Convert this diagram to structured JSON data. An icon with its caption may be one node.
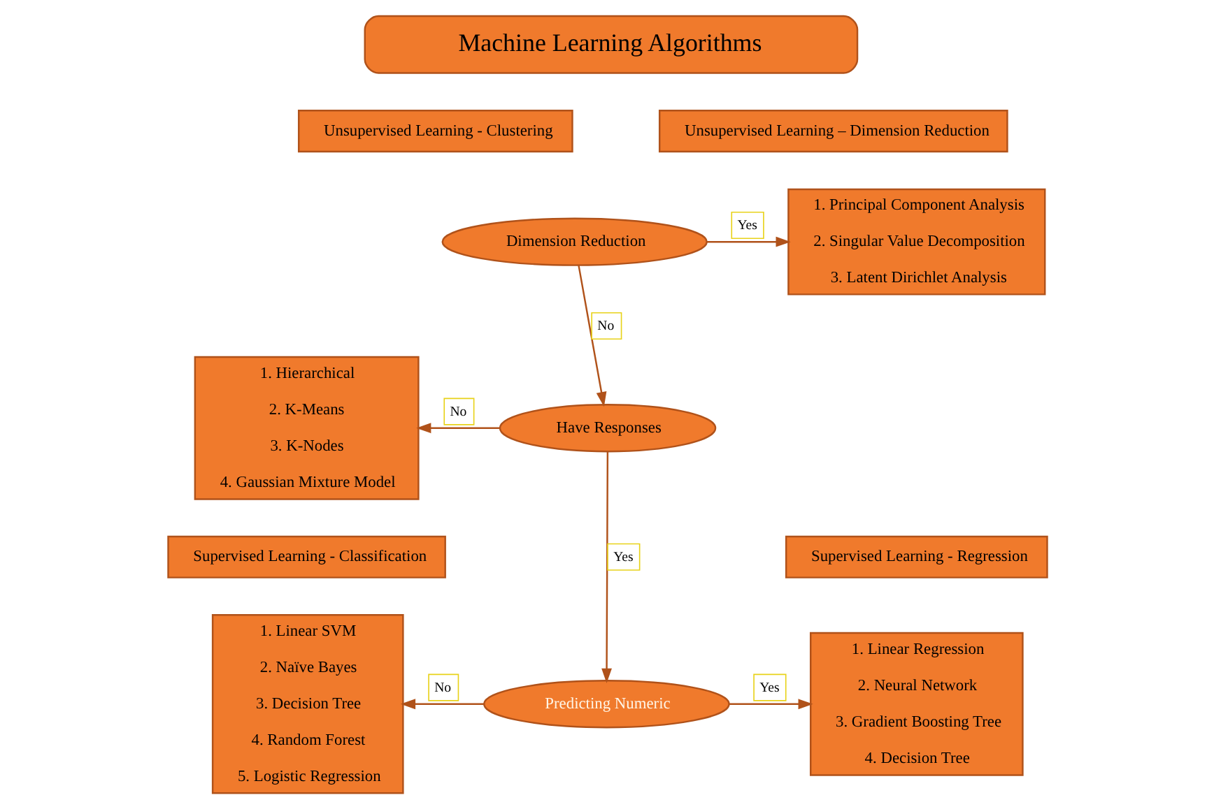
{
  "diagram": {
    "nodes": [
      {
        "text": [
          "Machine Learning Algorithms"
        ]
      },
      {
        "text": [
          "Unsupervised Learning - Clustering"
        ]
      },
      {
        "text": [
          "Unsupervised Learning – Dimension Reduction"
        ]
      },
      {
        "text": [
          "1. Hierarchical",
          "2. K-Means",
          "3. K-Nodes",
          "4. Gaussian Mixture Model"
        ]
      },
      {
        "text": [
          "Dimension Reduction"
        ]
      },
      {
        "text": [
          "1. Principal Component Analysis",
          "2. Singular Value Decomposition",
          "3. Latent Dirichlet Analysis"
        ]
      },
      {
        "text": [
          "Have Responses"
        ]
      },
      {
        "text": [
          "Supervised Learning - Classification"
        ]
      },
      {
        "text": [
          "Supervised Learning - Regression"
        ]
      },
      {
        "text": [
          "1. Linear SVM",
          "2. Naïve Bayes",
          "3. Decision Tree",
          "4. Random Forest",
          "5. Logistic Regression"
        ]
      },
      {
        "text": [
          "Predicting Numeric"
        ]
      },
      {
        "text": [
          "1. Linear Regression",
          "2. Neural Network",
          "3. Gradient Boosting Tree",
          "4. Decision Tree"
        ]
      }
    ],
    "edges": [
      {
        "from": 4,
        "to": 5,
        "arrow": "to",
        "label": "Yes"
      },
      {
        "from": 4,
        "to": 6,
        "arrow": "to",
        "label": "No"
      },
      {
        "from": 6,
        "to": 3,
        "arrow": "to",
        "label": "No"
      },
      {
        "from": 6,
        "to": 10,
        "arrow": "to",
        "label": "Yes"
      },
      {
        "from": 10,
        "to": 9,
        "arrow": "to",
        "label": "No"
      },
      {
        "from": 10,
        "to": 11,
        "arrow": "to",
        "label": "Yes"
      }
    ]
  }
}
